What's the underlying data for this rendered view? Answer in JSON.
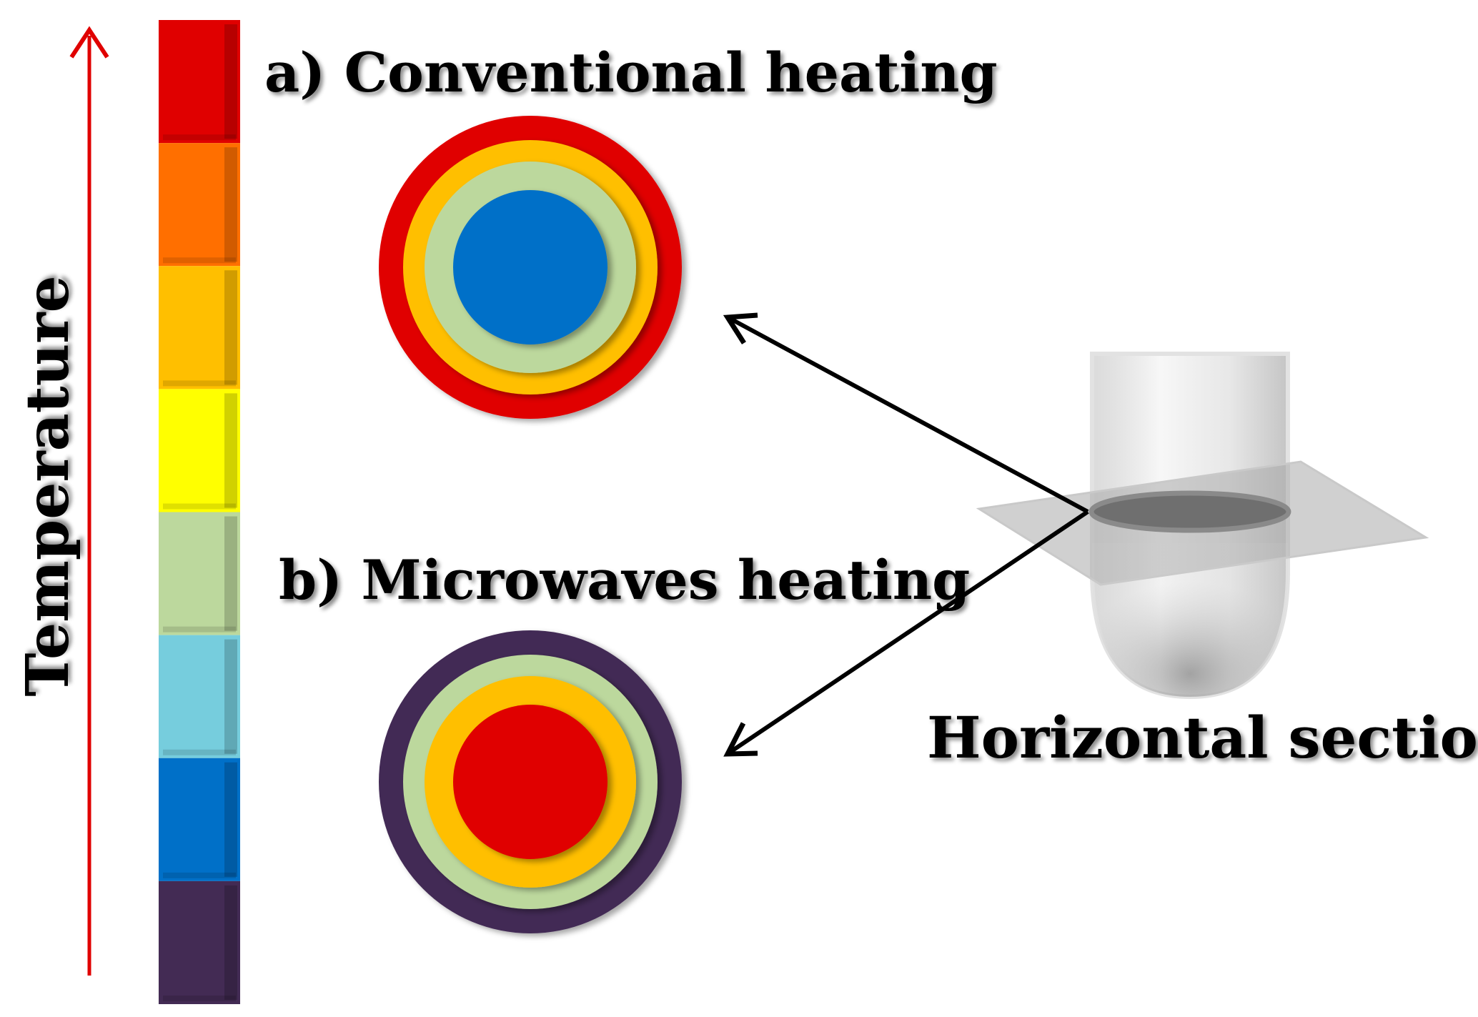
{
  "axis": {
    "label": "Temperature"
  },
  "colors": {
    "scale": [
      "#e00000",
      "#ff6f00",
      "#ffbf00",
      "#ffff00",
      "#bcd89d",
      "#76cddd",
      "#0070c8",
      "#432b54"
    ],
    "arrow_temperature": "#e00000",
    "arrow_pointer": "#000000",
    "tube": "#dcdcdc",
    "plane": "#b8b8b8",
    "ellipse": "#6f6f6f"
  },
  "panel_a": {
    "label": "a) Conventional heating",
    "rings_outer_to_inner": [
      "#e00000",
      "#ffbf00",
      "#bcd89d",
      "#0070c8"
    ]
  },
  "panel_b": {
    "label": "b) Microwaves heating",
    "rings_outer_to_inner": [
      "#432b54",
      "#bcd89d",
      "#ffbf00",
      "#e00000"
    ]
  },
  "section": {
    "label": "Horizontal section"
  }
}
